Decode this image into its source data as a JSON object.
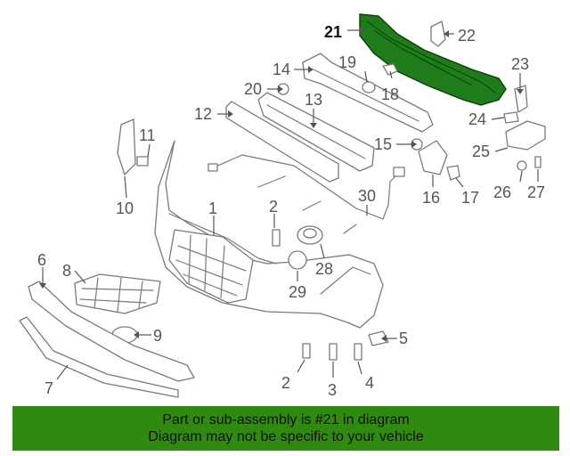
{
  "diagram": {
    "highlighted_part": "21",
    "callouts": {
      "c1": "1",
      "c2a": "2",
      "c2b": "2",
      "c3": "3",
      "c4": "4",
      "c5": "5",
      "c6": "6",
      "c7": "7",
      "c8": "8",
      "c9": "9",
      "c10": "10",
      "c11": "11",
      "c12": "12",
      "c13": "13",
      "c14": "14",
      "c15": "15",
      "c16": "16",
      "c17": "17",
      "c18": "18",
      "c19": "19",
      "c20": "20",
      "c21": "21",
      "c22": "22",
      "c23": "23",
      "c24": "24",
      "c25": "25",
      "c26": "26",
      "c27": "27",
      "c28": "28",
      "c29": "29",
      "c30": "30"
    },
    "colors": {
      "highlight": "#1e7d1a",
      "line": "#7a7a7a",
      "banner": "#2f8a0f"
    }
  },
  "banner": {
    "line1": "Part or sub-assembly is #21 in diagram",
    "line2": "Diagram may not be specific to your vehicle"
  }
}
